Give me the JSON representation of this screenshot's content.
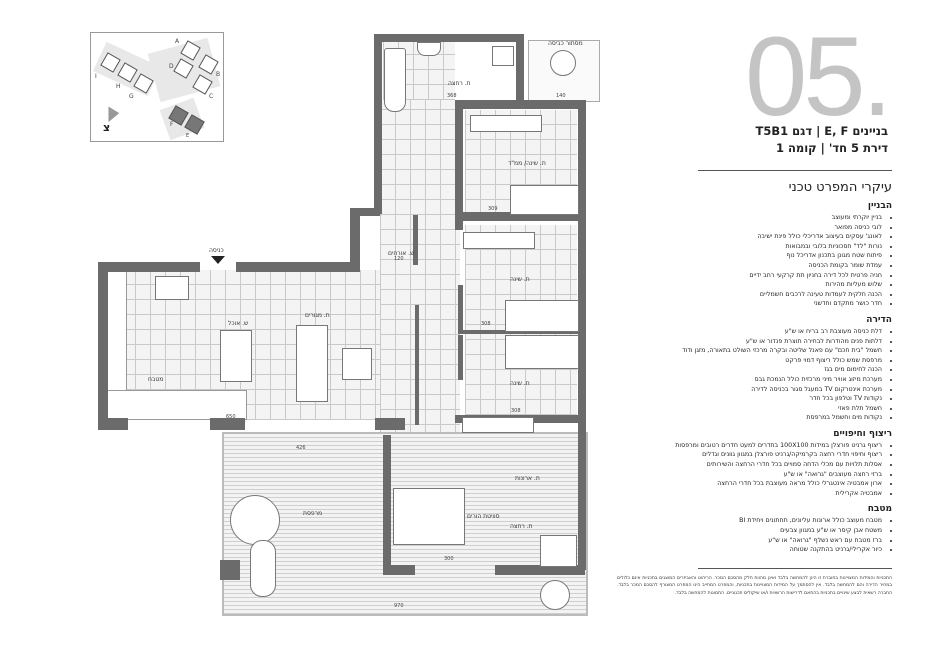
{
  "header": {
    "unit_number": "05.",
    "line1": "בניינים E, F | דגם T5B1",
    "line2": "דירת 5 חד' | קומה 1"
  },
  "spec": {
    "title": "עיקרי המפרט טכני",
    "sections": [
      {
        "heading": "הבניין",
        "items": [
          "בניין יוקרתי ומעוצב",
          "לובי כניסה מפואר",
          "לאונג' עסקים בעיצוב אדריכלי כולל פינת ישיבה",
          "נורות \"לד\" חסכוניות בלובי ובמבואות",
          "פיתוח שטח מגונן בתכנון אדריכל נוף",
          "עמדת שומר בקומת הכניסה",
          "חניה פרטית לכל דירה בחניון תת קרקעי רחב ידיים",
          "שלוש מעליות מהירות",
          "הכנה חלקית לעמדות טעינה לרכבים חשמליים",
          "חדר כושר מתקדם וחדשני"
        ]
      },
      {
        "heading": "הדירה",
        "items": [
          "דלת כניסה מעוצבת רב בריח או ש\"ע",
          "דלתות פנים מהודרות לבחירה תוצרת פנדור או ש\"ע",
          "חשמל \"בית חכם\" עם פאנל שליטה ובקרה מרכזי השולט בתאורה, מזגן ודוד",
          "מרפסת שמש כולל ריצוף דמוי פרקט",
          "הכנה לחימום מים בגז",
          "מערכת מיזוג אוויר מיני מרכזית כולל הנמכת גבס",
          "מערכת אינטרקום TV במעגל סגור בכניסה לדירה",
          "נקודות TV וטלפון בכל חדר",
          "חשמל תלת פאזי",
          "נקודות מים וחשמל במרפסת"
        ]
      },
      {
        "heading": "ריצוף וחיפויים",
        "items": [
          "ריצוף גרניט פורצלן במידות 100X100 בחדרים למעט חדרים רטובים ומרפסות",
          "ריצוף וחיפוי חדרי רחצה בקרמיקה/גרניט פורצלן במגוון גוונים וגדלים",
          "אסלות תלויות עם מכלי הדחה סמויים בכל חדרי הרחצה והשירותים",
          "ברזי רחצה מעוצבים \"גרואה\" או ש\"ע",
          "ארון אמבטיה אינטגרלי כולל מראה מעוצבת בכל חדרי הרחצה",
          "אמבטיה אקרילית"
        ]
      },
      {
        "heading": "מטבח",
        "items": [
          "מטבח מעוצב כולל ארונות עליונים, תחתונים ויחידת BI",
          "משטח אבן קיסר או ש\"ע במגוון צבעים",
          "ברז מטבח עם ראש נשלף \"גרואה\" או ש\"ע",
          "כיור אקרילי/גרניט בהתקנה שטוחה"
        ]
      }
    ],
    "disclaimer": "התכניות והמידות המצויינות בחוברת זו הינן להמחשה בלבד ואינן מהוות חלק מהסכם המכר. הריהוט והאביזרים המוצגים בתכניות אינם כלולים במחיר הדירה והם להמחשה בלבד. אין להסתמך על המידות המצויינות בתכניות, והמפרט המחייב הינו המפרט המצורף להסכם המכר בלבד. החברה רשאית לבצע שינויים בתכניות בהתאם לדרישות הרשויות ו/או שיקולים תכנוניים. התמונות להמחשה בלבד."
  },
  "plan": {
    "entrance_label": "כניסה",
    "rooms": {
      "bath_top": "ת. רחצה",
      "laundry": "מסתור כביסה",
      "bedroom_mamad": "ת. שינה/ ממ\"ד",
      "guest_wc": "ש. אורחים",
      "dining": "ש. אוכל",
      "living": "ת. מגורים",
      "kitchen": "מטבח",
      "bedroom_2": "ת. שינה",
      "bedroom_3": "ת. שינה",
      "closet": "ת. ארונות",
      "master_suite": "סוויטת הורים",
      "bath_master": "ת. רחצה",
      "balcony": "מרפסת"
    },
    "dims": {
      "living_width": "650",
      "balcony_width": "426",
      "balcony_outer": "970",
      "master_width": "300",
      "bedroom2_width": "308",
      "bedroom3_width": "308",
      "mamad_width": "309",
      "bath_width": "368",
      "laundry_width": "140",
      "wc_width": "120"
    }
  },
  "keymap": {
    "buildings": [
      "A",
      "B",
      "C",
      "D",
      "E",
      "F",
      "G",
      "H",
      "I"
    ],
    "highlighted": [
      "E",
      "F"
    ],
    "north_label": "צ"
  },
  "colors": {
    "wall": "#6b6b6b",
    "big_number": "#c4c4c4",
    "highlight": "#666666"
  }
}
